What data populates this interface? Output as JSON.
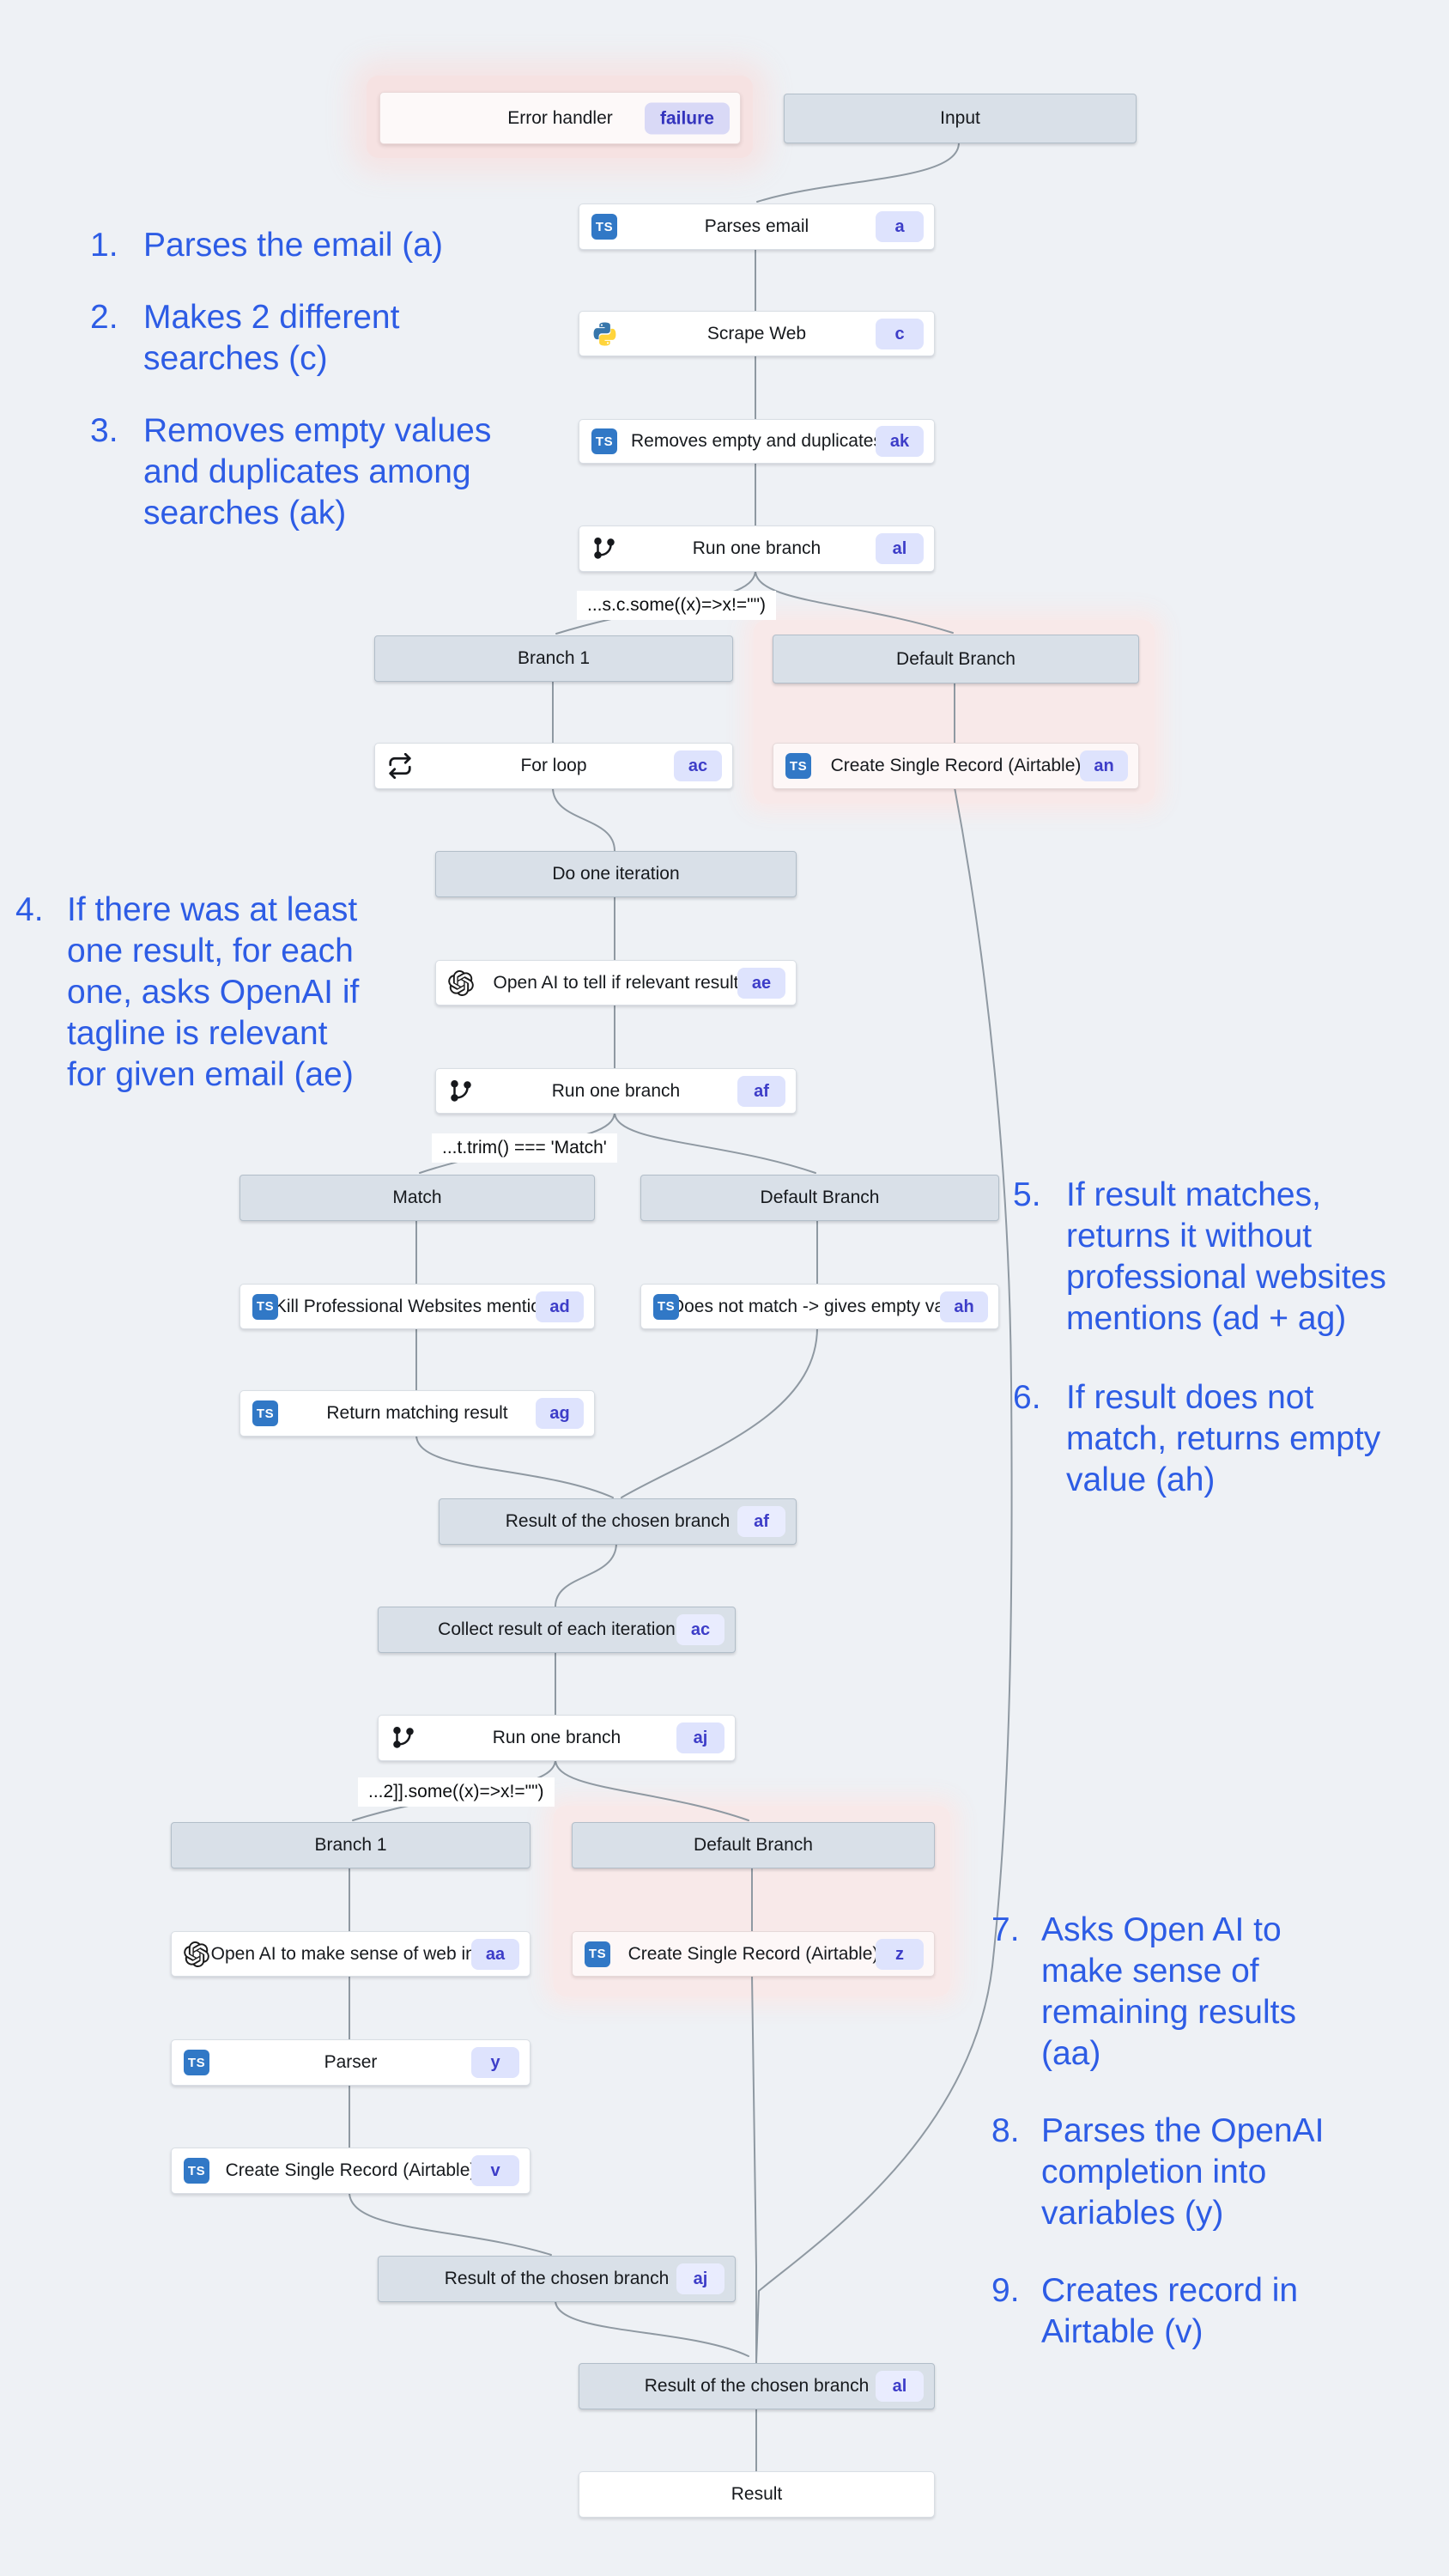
{
  "colors": {
    "background": "#eef1f5",
    "annotation_blue": "#2d5ce5",
    "badge_bg": "#dee3fd",
    "badge_text": "#3d3dc8",
    "node_gray": "#d9e0e8",
    "error_pink": "#f8e9e9",
    "ts_blue": "#3178c6",
    "python_blue": "#3776ab",
    "python_yellow": "#ffd43b",
    "openai_black": "#1a1a1a",
    "wire_gray": "#8f99a2"
  },
  "icons": {
    "ts": "TS"
  },
  "nodes": [
    {
      "id": "error-handler",
      "kind": "error",
      "label": "Error handler",
      "badge": "failure"
    },
    {
      "id": "input",
      "kind": "header",
      "label": "Input"
    },
    {
      "id": "parses-email",
      "kind": "white",
      "icon": "ts",
      "label": "Parses email",
      "badge": "a"
    },
    {
      "id": "scrape-web",
      "kind": "white",
      "icon": "python",
      "label": "Scrape Web",
      "badge": "c"
    },
    {
      "id": "removes-empty-and-duplicates",
      "kind": "white",
      "icon": "ts",
      "label": "Removes empty and duplicates",
      "badge": "ak"
    },
    {
      "id": "run-one-branch-al",
      "kind": "white",
      "icon": "branch",
      "label": "Run one branch",
      "badge": "al"
    },
    {
      "id": "branch-1-top",
      "kind": "header",
      "label": "Branch 1"
    },
    {
      "id": "default-branch-top",
      "kind": "header",
      "label": "Default Branch"
    },
    {
      "id": "for-loop",
      "kind": "white",
      "icon": "loop",
      "label": "For loop",
      "badge": "ac"
    },
    {
      "id": "create-single-record-airtable-an",
      "kind": "whitepink",
      "icon": "ts",
      "label": "Create Single Record (Airtable)",
      "badge": "an"
    },
    {
      "id": "do-one-iteration",
      "kind": "header",
      "label": "Do one iteration"
    },
    {
      "id": "openai-tell-if-relevant-result",
      "kind": "white",
      "icon": "openai",
      "label": "Open AI to tell if relevant result",
      "badge": "ae"
    },
    {
      "id": "run-one-branch-af",
      "kind": "white",
      "icon": "branch",
      "label": "Run one branch",
      "badge": "af"
    },
    {
      "id": "match",
      "kind": "header",
      "label": "Match"
    },
    {
      "id": "default-branch-mid",
      "kind": "header",
      "label": "Default Branch"
    },
    {
      "id": "kill-professional-websites-mentions",
      "kind": "white",
      "icon": "ts",
      "label": "Kill Professional Websites mentions",
      "badge": "ad"
    },
    {
      "id": "does-not-match-gives-empty-value",
      "kind": "white",
      "icon": "ts",
      "label": "Does not match -> gives empty value",
      "badge": "ah"
    },
    {
      "id": "return-matching-result",
      "kind": "white",
      "icon": "ts",
      "label": "Return matching result",
      "badge": "ag"
    },
    {
      "id": "result-of-chosen-branch-af",
      "kind": "result",
      "label": "Result of the chosen branch",
      "badge": "af"
    },
    {
      "id": "collect-result-of-each-iteration",
      "kind": "result",
      "label": "Collect result of each iteration",
      "badge": "ac"
    },
    {
      "id": "run-one-branch-aj",
      "kind": "white",
      "icon": "branch",
      "label": "Run one branch",
      "badge": "aj"
    },
    {
      "id": "branch-1-bottom",
      "kind": "header",
      "label": "Branch 1"
    },
    {
      "id": "default-branch-bottom",
      "kind": "header",
      "label": "Default Branch"
    },
    {
      "id": "openai-make-sense-of-web-info",
      "kind": "white",
      "icon": "openai",
      "label": "Open AI to make sense of web info",
      "badge": "aa"
    },
    {
      "id": "create-single-record-airtable-z",
      "kind": "whitepink",
      "icon": "ts",
      "label": "Create Single Record (Airtable)",
      "badge": "z"
    },
    {
      "id": "parser",
      "kind": "white",
      "icon": "ts",
      "label": "Parser",
      "badge": "y"
    },
    {
      "id": "create-single-record-airtable-v",
      "kind": "white",
      "icon": "ts",
      "label": "Create Single Record (Airtable)",
      "badge": "v"
    },
    {
      "id": "result-of-chosen-branch-aj",
      "kind": "result",
      "label": "Result of the chosen branch",
      "badge": "aj"
    },
    {
      "id": "result-of-chosen-branch-al",
      "kind": "result",
      "label": "Result of the chosen branch",
      "badge": "al"
    },
    {
      "id": "result",
      "kind": "white",
      "label": "Result"
    }
  ],
  "conditions": [
    {
      "id": "cond-al",
      "text": "...s.c.some((x)=>x!=\"\")"
    },
    {
      "id": "cond-af",
      "text": "...t.trim() === 'Match'"
    },
    {
      "id": "cond-aj",
      "text": "...2]].some((x)=>x!=\"\")"
    }
  ],
  "annotations": [
    {
      "num": "1.",
      "text": "Parses the email (a)"
    },
    {
      "num": "2.",
      "text": "Makes 2 different\nsearches (c)"
    },
    {
      "num": "3.",
      "text": "Removes empty values\nand duplicates among\nsearches (ak)"
    },
    {
      "num": "4.",
      "text": "If there was at least\none result, for each\none, asks OpenAI if\ntagline is relevant\nfor given email (ae)"
    },
    {
      "num": "5.",
      "text": "If result matches,\nreturns it without\nprofessional websites\nmentions (ad + ag)"
    },
    {
      "num": "6.",
      "text": "If result does not\nmatch, returns empty\nvalue (ah)"
    },
    {
      "num": "7.",
      "text": "Asks Open AI to\nmake sense of\nremaining results\n(aa)"
    },
    {
      "num": "8.",
      "text": "Parses the OpenAI\ncompletion into\nvariables (y)"
    },
    {
      "num": "9.",
      "text": "Creates record in\nAirtable (v)"
    }
  ]
}
